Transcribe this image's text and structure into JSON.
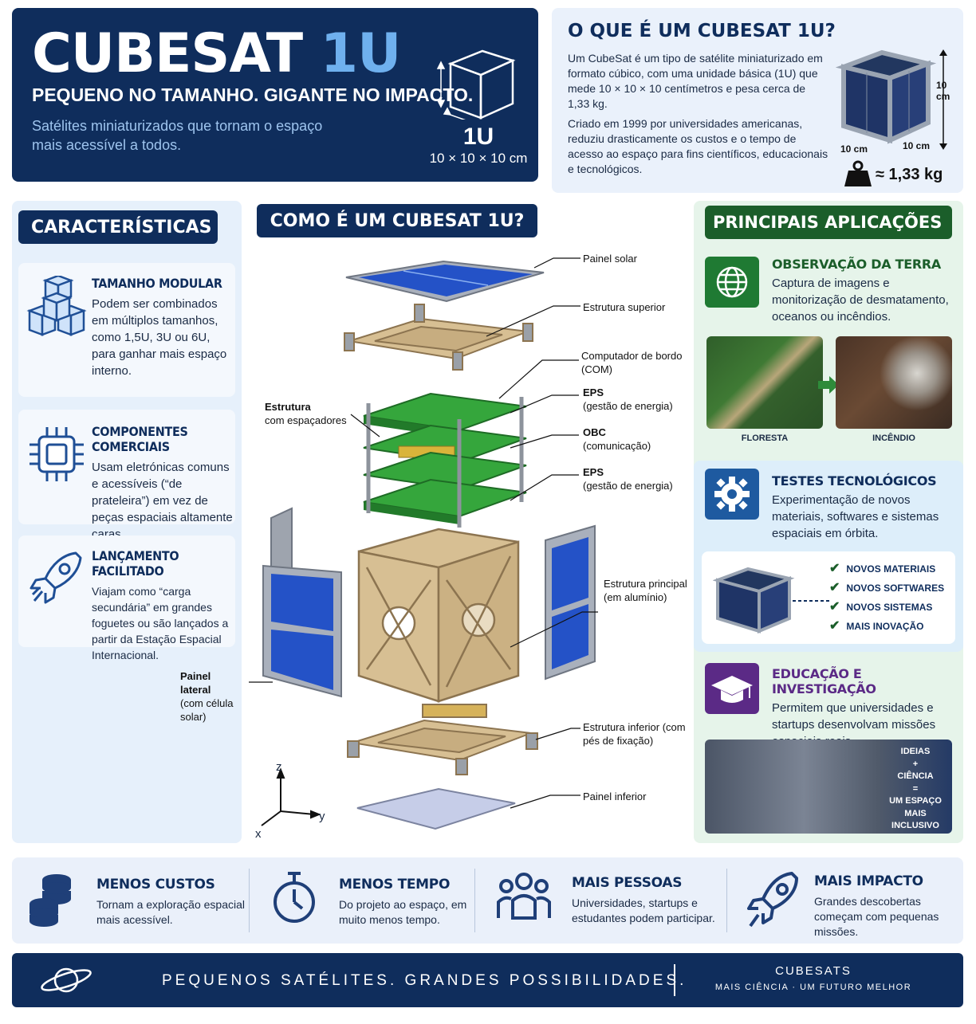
{
  "hero": {
    "title_main": "CUBESAT ",
    "title_unit": "1U",
    "subtitle": "PEQUENO NO TAMANHO. GIGANTE NO IMPACTO.",
    "description": "Satélites miniaturizados que tornam o espaço mais acessível a todos.",
    "unit_label": "1U",
    "unit_dims": "10 × 10 × 10 cm"
  },
  "what": {
    "title": "O QUE É UM CUBESAT 1U?",
    "paragraph1": "Um CubeSat é um tipo de satélite miniaturizado em formato cúbico, com uma unidade básica (1U) que mede 10 × 10 × 10 centímetros e pesa cerca de 1,33 kg.",
    "paragraph2": "Criado em 1999 por universidades americanas, reduziu drasticamente os custos e o tempo de acesso ao espaço para fins científicos, educacionais e tecnológicos.",
    "dim_height": "10 cm",
    "dim_width": "10 cm",
    "dim_depth": "10 cm",
    "weight": "≈ 1,33 kg"
  },
  "features": {
    "title": "CARACTERÍSTICAS",
    "items": [
      {
        "title": "TAMANHO MODULAR",
        "text": "Podem ser combinados em múltiplos tamanhos, como 1,5U, 3U ou 6U, para ganhar mais espaço interno.",
        "icon": "cubes-icon"
      },
      {
        "title": "COMPONENTES COMERCIAIS",
        "text": "Usam eletrónicas comuns e acessíveis (“de prateleira”) em vez de peças espaciais altamente caras.",
        "icon": "chip-icon"
      },
      {
        "title": "LANÇAMENTO FACILITADO",
        "text": "Viajam como “carga secundária” em grandes foguetes ou são lançados a partir da Estação Espacial Internacional.",
        "icon": "rocket-icon"
      }
    ]
  },
  "diagram": {
    "title": "COMO É UM CUBESAT 1U?",
    "labels": {
      "solar_panel": "Painel solar",
      "top_structure": "Estrutura superior",
      "onboard_computer": "Computador de bordo (COM)",
      "eps1_title": "EPS",
      "eps1_sub": "(gestão de energia)",
      "obc_title": "OBC",
      "obc_sub": "(comunicação)",
      "eps2_title": "EPS",
      "eps2_sub": "(gestão de energia)",
      "spacers": "Estrutura",
      "spacers_sub": "com espaçadores",
      "main_structure": "Estrutura principal (em alumínio)",
      "side_panel": "Painel lateral",
      "side_panel_sub": "(com célula solar)",
      "bottom_structure": "Estrutura inferior (com pés de fixação)",
      "bottom_panel": "Painel inferior",
      "axis_z": "z",
      "axis_y": "y",
      "axis_x": "x"
    }
  },
  "applications": {
    "title": "PRINCIPAIS APLICAÇÕES",
    "earth": {
      "title": "OBSERVAÇÃO DA TERRA",
      "text": "Captura de imagens e monitorização de desmatamento, oceanos ou incêndios.",
      "img1": "FLORESTA",
      "img2": "INCÊNDIO"
    },
    "tests": {
      "title": "TESTES TECNOLÓGICOS",
      "text": "Experimentação de novos materiais, softwares e sistemas espaciais em órbita.",
      "checks": [
        "NOVOS MATERIAIS",
        "NOVOS SOFTWARES",
        "NOVOS SISTEMAS",
        "MAIS INOVAÇÃO"
      ]
    },
    "education": {
      "title": "EDUCAÇÃO E INVESTIGAÇÃO",
      "text": "Permitem que universidades e startups desenvolvam missões espaciais reais.",
      "overlay": [
        "IDEIAS",
        "+",
        "CIÊNCIA",
        "=",
        "UM ESPAÇO",
        "MAIS INCLUSIVO"
      ]
    }
  },
  "stats": [
    {
      "title": "MENOS CUSTOS",
      "text": "Tornam a exploração espacial mais acessível.",
      "icon": "coins-icon"
    },
    {
      "title": "MENOS TEMPO",
      "text": "Do projeto ao espaço, em muito menos tempo.",
      "icon": "stopwatch-icon"
    },
    {
      "title": "MAIS PESSOAS",
      "text": "Universidades, startups e estudantes podem participar.",
      "icon": "people-icon"
    },
    {
      "title": "MAIS IMPACTO",
      "text": "Grandes descobertas começam com pequenas missões.",
      "icon": "rocket-icon"
    }
  ],
  "footer": {
    "slogan": "PEQUENOS SATÉLITES. GRANDES POSSIBILIDADES.",
    "brand": "CUBESATS",
    "brand_sub": "MAIS CIÊNCIA  ·  UM FUTURO MELHOR"
  },
  "colors": {
    "navy": "#0f2d5c",
    "green": "#1b5e2a",
    "purple": "#5b2a86",
    "solar_blue": "#1f4fb8",
    "frame_gold": "#c9a877",
    "pcb_green": "#2e9a36"
  }
}
